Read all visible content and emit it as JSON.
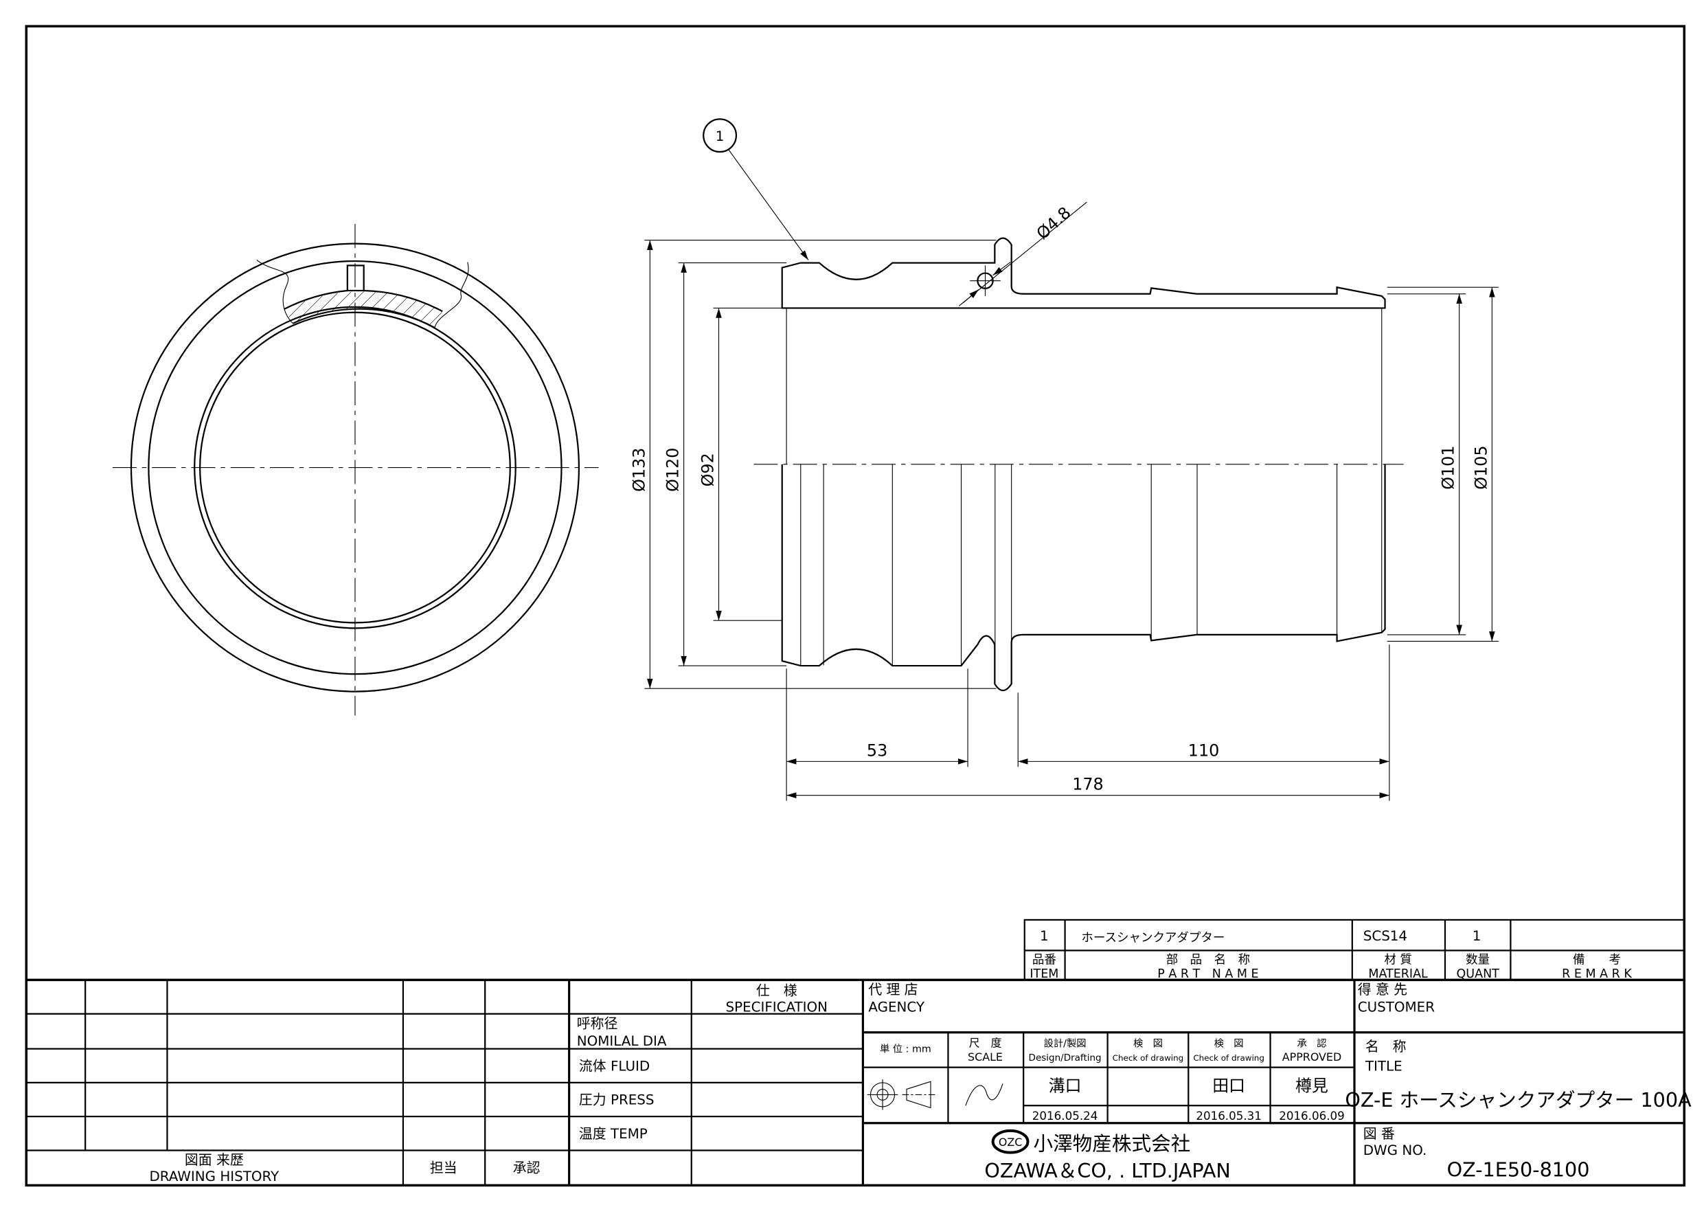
{
  "drawing": {
    "balloon": "1",
    "dimensions": {
      "d133": "Ø133",
      "d120": "Ø120",
      "d92": "Ø92",
      "d101": "Ø101",
      "d105": "Ø105",
      "hole": "Ø4.8",
      "len53": "53",
      "len110": "110",
      "len178": "178"
    }
  },
  "parts_list": {
    "row": {
      "item": "1",
      "part_name": "ホースシャンクアダプター",
      "material": "SCS14",
      "quantity": "1",
      "remark": ""
    },
    "headers": {
      "item_jp": "品番",
      "item_en": "ITEM",
      "part_jp": "部　品　名　称",
      "part_en": "P A R T　N A M E",
      "material_jp": "材 質",
      "material_en": "MATERIAL",
      "quant_jp": "数量",
      "quant_en": "QUANT",
      "remark_jp": "備　　考",
      "remark_en": "R E M A R K"
    }
  },
  "history": {
    "label_jp": "図面 来歴",
    "label_en": "DRAWING HISTORY",
    "in_charge": "担当",
    "approval": "承認"
  },
  "spec": {
    "header_jp": "仕　様",
    "header_en": "SPECIFICATION",
    "nominal_jp": "呼称径",
    "nominal_en": "NOMILAL  DIA",
    "fluid": "流体  FLUID",
    "press": "圧力  PRESS",
    "temp": "温度  TEMP"
  },
  "title_block": {
    "agency_jp": "代 理 店",
    "agency_en": "AGENCY",
    "customer_jp": "得  意  先",
    "customer_en": "CUSTOMER",
    "unit": "単 位 : mm",
    "scale_jp": "尺　度",
    "scale_en": "SCALE",
    "design_jp": "設計/製図",
    "design_en": "Design/Drafting",
    "check1_jp": "検　図",
    "check1_en": "Check of drawing",
    "check2_jp": "検　図",
    "check2_en": "Check of drawing",
    "approved_jp": "承　認",
    "approved_en": "APPROVED",
    "designer": "溝口",
    "checker1": "",
    "checker2": "田口",
    "approver": "樽見",
    "design_date": "2016.05.24",
    "check1_date": "",
    "check2_date": "2016.05.31",
    "approved_date": "2016.06.09",
    "title_jp": "名　称",
    "title_en": "TITLE",
    "title_value": "OZ-E ホースシャンクアダプター 100A",
    "dwg_jp": "図 番",
    "dwg_en": "DWG  NO.",
    "dwg_no": "OZ-1E50-8100",
    "company_logo": "OZC",
    "company_jp": "小澤物産株式会社",
    "company_en": "OZAWA＆CO, . LTD.JAPAN"
  }
}
